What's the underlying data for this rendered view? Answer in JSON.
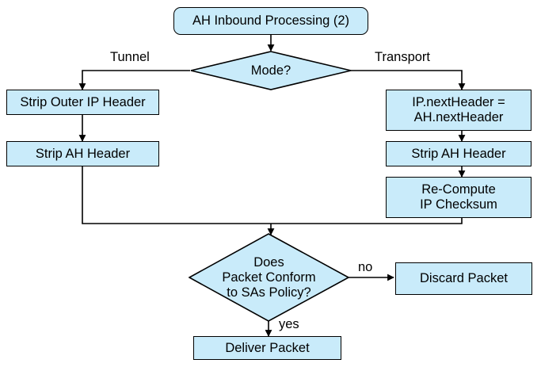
{
  "diagram": {
    "title": "AH Inbound Processing (2)",
    "fill_color": "#c9ebfa",
    "stroke_color": "#000000",
    "background_color": "#ffffff",
    "nodes": {
      "start": {
        "label": "AH Inbound Processing (2)",
        "shape": "rounded-rectangle"
      },
      "mode_decision": {
        "label": "Mode?",
        "shape": "diamond"
      },
      "strip_outer_ip_header": {
        "label": "Strip Outer IP Header",
        "shape": "rectangle"
      },
      "strip_ah_header_tunnel": {
        "label": "Strip AH Header",
        "shape": "rectangle"
      },
      "set_next_header": {
        "label": "IP.nextHeader =\nAH.nextHeader",
        "shape": "rectangle"
      },
      "strip_ah_header_transport": {
        "label": "Strip AH Header",
        "shape": "rectangle"
      },
      "recompute_checksum": {
        "label": "Re-Compute\nIP Checksum",
        "shape": "rectangle"
      },
      "policy_decision": {
        "label": "Does\nPacket Conform\nto SAs Policy?",
        "shape": "diamond"
      },
      "discard_packet": {
        "label": "Discard Packet",
        "shape": "rectangle"
      },
      "deliver_packet": {
        "label": "Deliver Packet",
        "shape": "rectangle"
      }
    },
    "edge_labels": {
      "tunnel": "Tunnel",
      "transport": "Transport",
      "no": "no",
      "yes": "yes"
    }
  }
}
